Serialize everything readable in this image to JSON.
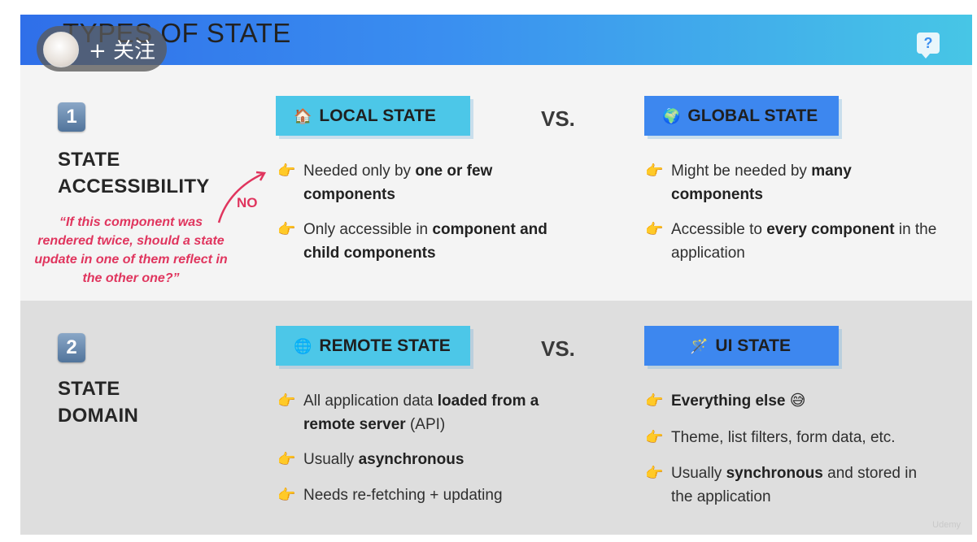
{
  "overlay": {
    "follow_label": "+ 关注"
  },
  "slide": {
    "title": "TYPES OF STATE",
    "watermark": "Udemy",
    "help_icon_glyph": "?"
  },
  "section1": {
    "number": "1",
    "title_line1": "STATE",
    "title_line2": "ACCESSIBILITY",
    "quote": "“If this component was rendered twice, should a state update in one of them reflect in the other one?”",
    "no_label": "NO",
    "left_pill": {
      "icon": "🏠",
      "label": "LOCAL STATE"
    },
    "vs": "VS.",
    "right_pill": {
      "icon": "🌍",
      "label": "GLOBAL STATE"
    },
    "left_bullets": [
      {
        "pre": "Needed only by ",
        "bold": "one or few components",
        "post": ""
      },
      {
        "pre": "Only accessible in ",
        "bold": "component and child components",
        "post": ""
      }
    ],
    "right_bullets": [
      {
        "pre": "Might be needed by ",
        "bold": "many components",
        "post": ""
      },
      {
        "pre": "Accessible to ",
        "bold": "every component",
        "post": " in the application"
      }
    ]
  },
  "section2": {
    "number": "2",
    "title_line1": "STATE",
    "title_line2": "DOMAIN",
    "left_pill": {
      "icon": "🌐",
      "label": "REMOTE STATE"
    },
    "vs": "VS.",
    "right_pill": {
      "icon": "🪄",
      "label": "UI STATE"
    },
    "left_bullets": [
      {
        "pre": "All application data ",
        "bold": "loaded from a remote server",
        "post": " (API)"
      },
      {
        "pre": "Usually ",
        "bold": "asynchronous",
        "post": ""
      },
      {
        "pre": "Needs re-fetching + updating",
        "bold": "",
        "post": ""
      }
    ],
    "right_bullets": [
      {
        "pre": "",
        "bold": "Everything else",
        "post": " 😅"
      },
      {
        "pre": "Theme, list filters, form data, etc.",
        "bold": "",
        "post": ""
      },
      {
        "pre": "Usually ",
        "bold": "synchronous",
        "post": " and stored in the application"
      }
    ]
  },
  "icons": {
    "bullet": "hand-pointing-right-icon",
    "help": "question-bubble-icon",
    "arrow": "curved-arrow-icon"
  },
  "colors": {
    "header_left": "#2f6fe9",
    "header_right": "#47c6e6",
    "pill_cyan": "#4cc7e8",
    "pill_blue": "#3d87ef",
    "accent_red": "#e0355e",
    "bullet_hand": "#f0a020"
  }
}
